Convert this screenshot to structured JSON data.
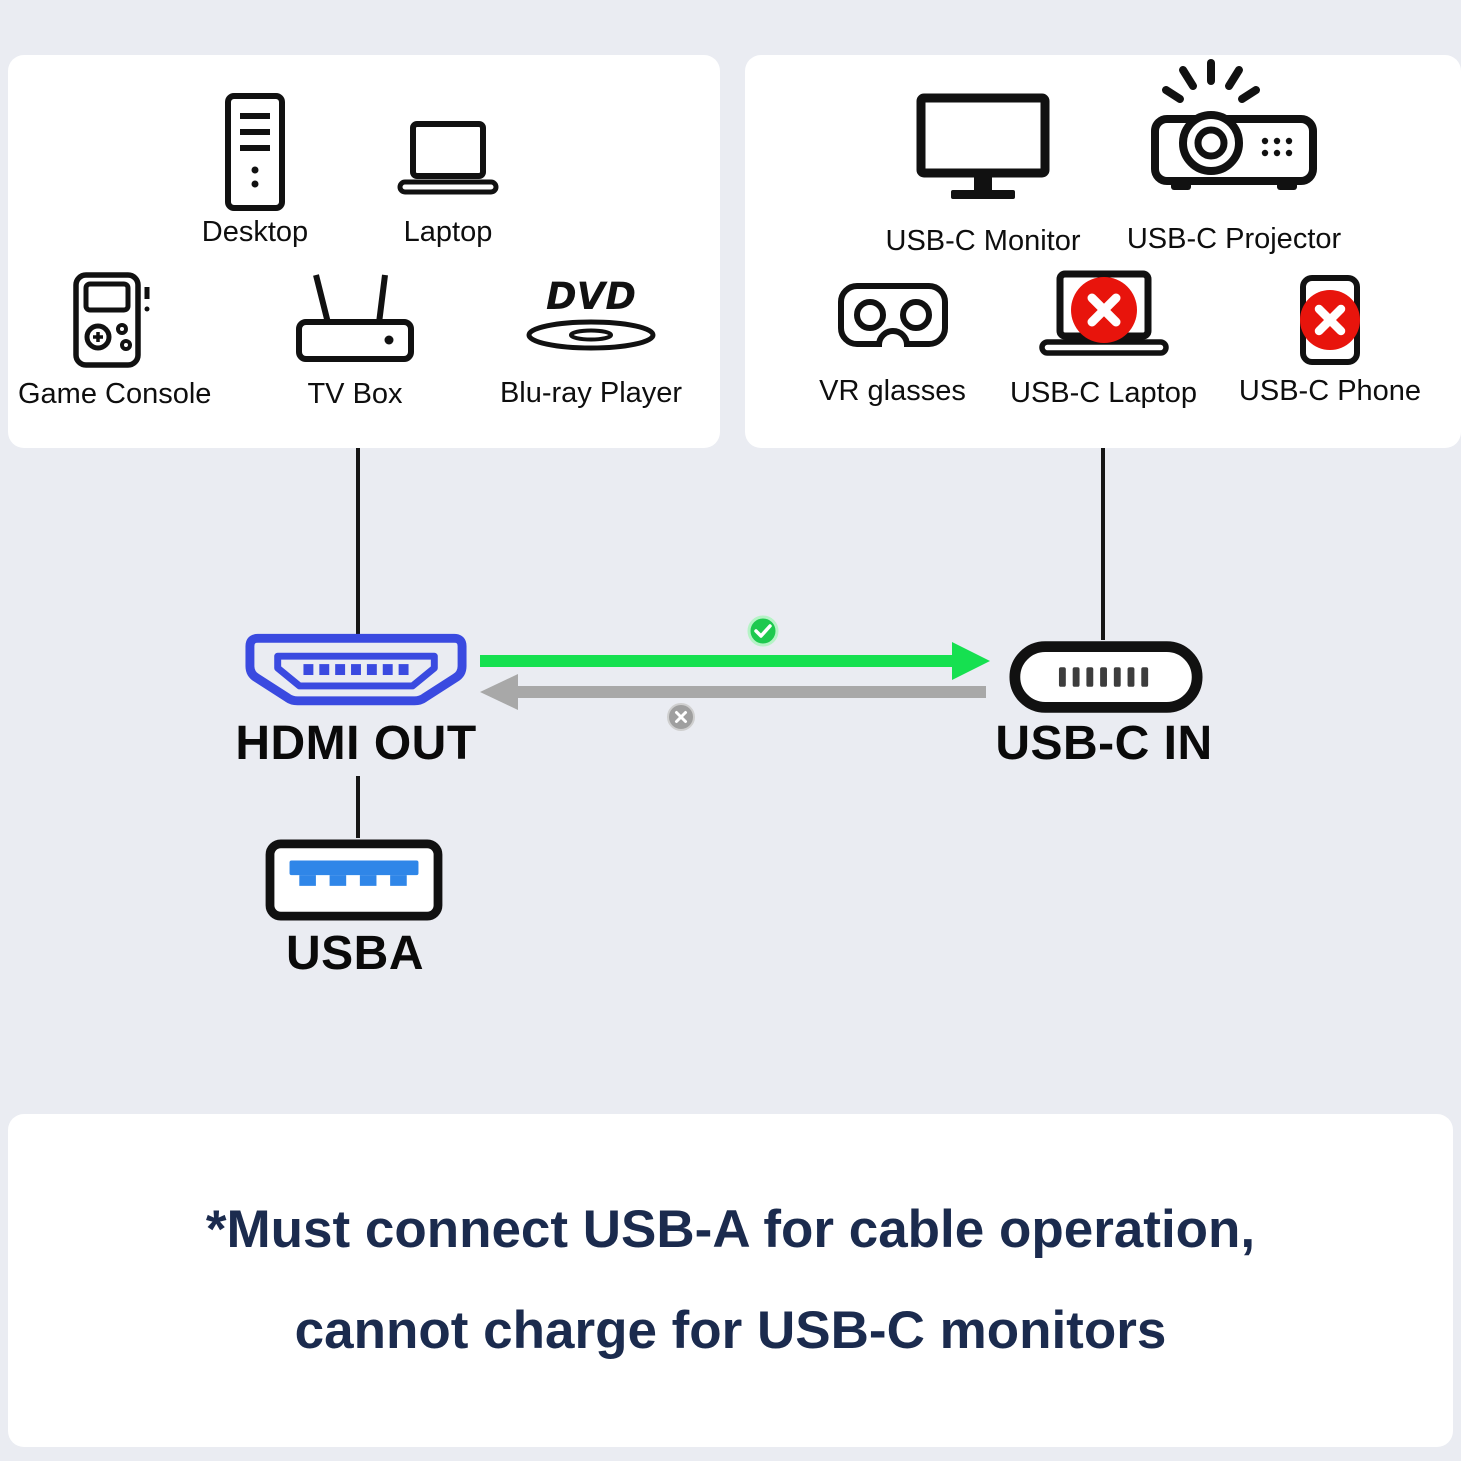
{
  "panels": {
    "sources": {
      "items": [
        {
          "label": "Desktop",
          "icon": "desktop-tower-icon"
        },
        {
          "label": "Laptop",
          "icon": "laptop-icon"
        },
        {
          "label": "Game Console",
          "icon": "game-console-icon"
        },
        {
          "label": "TV Box",
          "icon": "tv-box-icon"
        },
        {
          "label": "Blu-ray Player",
          "icon": "dvd-player-icon"
        }
      ]
    },
    "displays": {
      "items": [
        {
          "label": "USB-C Monitor",
          "icon": "usbc-monitor-icon",
          "supported": true
        },
        {
          "label": "USB-C Projector",
          "icon": "usbc-projector-icon",
          "supported": true
        },
        {
          "label": "VR glasses",
          "icon": "vr-glasses-icon",
          "supported": true
        },
        {
          "label": "USB-C Laptop",
          "icon": "usbc-laptop-icon",
          "supported": false
        },
        {
          "label": "USB-C Phone",
          "icon": "usbc-phone-icon",
          "supported": false
        }
      ]
    }
  },
  "connectors": {
    "hdmi": {
      "label": "HDMI OUT",
      "icon": "hdmi-port-icon"
    },
    "usbc": {
      "label": "USB-C IN",
      "icon": "usbc-port-icon"
    },
    "usba": {
      "label": "USBA",
      "icon": "usba-port-icon"
    }
  },
  "flow": {
    "forward": {
      "from": "HDMI OUT",
      "to": "USB-C IN",
      "status": "supported",
      "badge": "check"
    },
    "reverse": {
      "from": "USB-C IN",
      "to": "HDMI OUT",
      "status": "not-supported",
      "badge": "cross"
    }
  },
  "footnote": {
    "line1": "*Must connect USB-A for cable operation,",
    "line2": "cannot charge for USB-C monitors"
  },
  "colors": {
    "background": "#eaecf2",
    "card": "#ffffff",
    "hdmi_blue": "#3a4ae0",
    "usb_blue": "#2f86e8",
    "arrow_green": "#16e050",
    "arrow_gray": "#a8a8a8",
    "error_red": "#e8140c",
    "footnote_navy": "#1b2b4e",
    "icon_black": "#111111"
  }
}
